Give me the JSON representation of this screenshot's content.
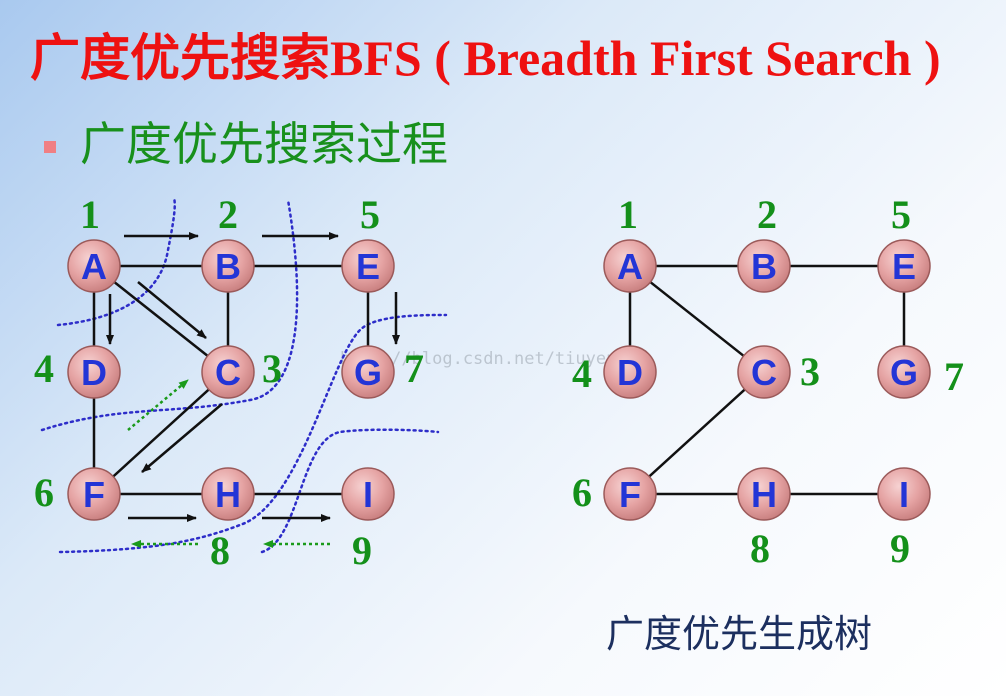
{
  "slide": {
    "title": "广度优先搜索BFS ( Breadth First Search )",
    "subtitle": "广度优先搜索过程",
    "caption": "广度优先生成树",
    "watermark": "http://blog.csdn.net/tiuyeng"
  },
  "colors": {
    "title": "#ee1111",
    "subtitle": "#18901c",
    "caption": "#1c2f5f",
    "order_number": "#14901a",
    "node_label": "#2335d6",
    "node_fill": "#e6a7a7",
    "edge": "#111111",
    "frontier_dotted": "#2d2dc9",
    "backtrack_dotted": "#1a9a1a"
  },
  "graph": {
    "nodes": [
      {
        "id": "A",
        "label": "A",
        "order": "1"
      },
      {
        "id": "B",
        "label": "B",
        "order": "2"
      },
      {
        "id": "E",
        "label": "E",
        "order": "5"
      },
      {
        "id": "D",
        "label": "D",
        "order": "4"
      },
      {
        "id": "C",
        "label": "C",
        "order": "3"
      },
      {
        "id": "G",
        "label": "G",
        "order": "7"
      },
      {
        "id": "F",
        "label": "F",
        "order": "6"
      },
      {
        "id": "H",
        "label": "H",
        "order": "8"
      },
      {
        "id": "I",
        "label": "I",
        "order": "9"
      }
    ],
    "edges": [
      [
        "A",
        "B"
      ],
      [
        "B",
        "E"
      ],
      [
        "A",
        "D"
      ],
      [
        "A",
        "C"
      ],
      [
        "B",
        "C"
      ],
      [
        "E",
        "G"
      ],
      [
        "D",
        "F"
      ],
      [
        "C",
        "F"
      ],
      [
        "F",
        "H"
      ],
      [
        "H",
        "I"
      ]
    ],
    "tree_edges": [
      [
        "A",
        "B"
      ],
      [
        "B",
        "E"
      ],
      [
        "A",
        "D"
      ],
      [
        "A",
        "C"
      ],
      [
        "E",
        "G"
      ],
      [
        "C",
        "F"
      ],
      [
        "F",
        "H"
      ],
      [
        "H",
        "I"
      ]
    ]
  }
}
